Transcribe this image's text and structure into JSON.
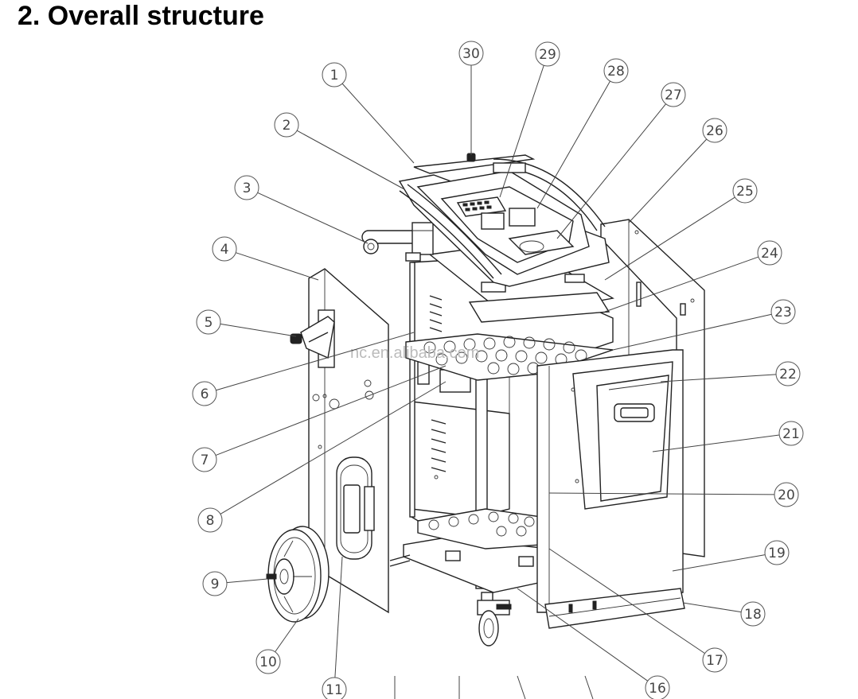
{
  "header": {
    "title": "2. Overall structure"
  },
  "watermark": "nc.en.alibaba.com",
  "callouts": [
    {
      "label": "1"
    },
    {
      "label": "2"
    },
    {
      "label": "3"
    },
    {
      "label": "4"
    },
    {
      "label": "5"
    },
    {
      "label": "6"
    },
    {
      "label": "7"
    },
    {
      "label": "8"
    },
    {
      "label": "9"
    },
    {
      "label": "10"
    },
    {
      "label": "11"
    },
    {
      "label": "16"
    },
    {
      "label": "17"
    },
    {
      "label": "18"
    },
    {
      "label": "19"
    },
    {
      "label": "20"
    },
    {
      "label": "21"
    },
    {
      "label": "22"
    },
    {
      "label": "23"
    },
    {
      "label": "24"
    },
    {
      "label": "25"
    },
    {
      "label": "26"
    },
    {
      "label": "27"
    },
    {
      "label": "28"
    },
    {
      "label": "29"
    },
    {
      "label": "30"
    }
  ]
}
